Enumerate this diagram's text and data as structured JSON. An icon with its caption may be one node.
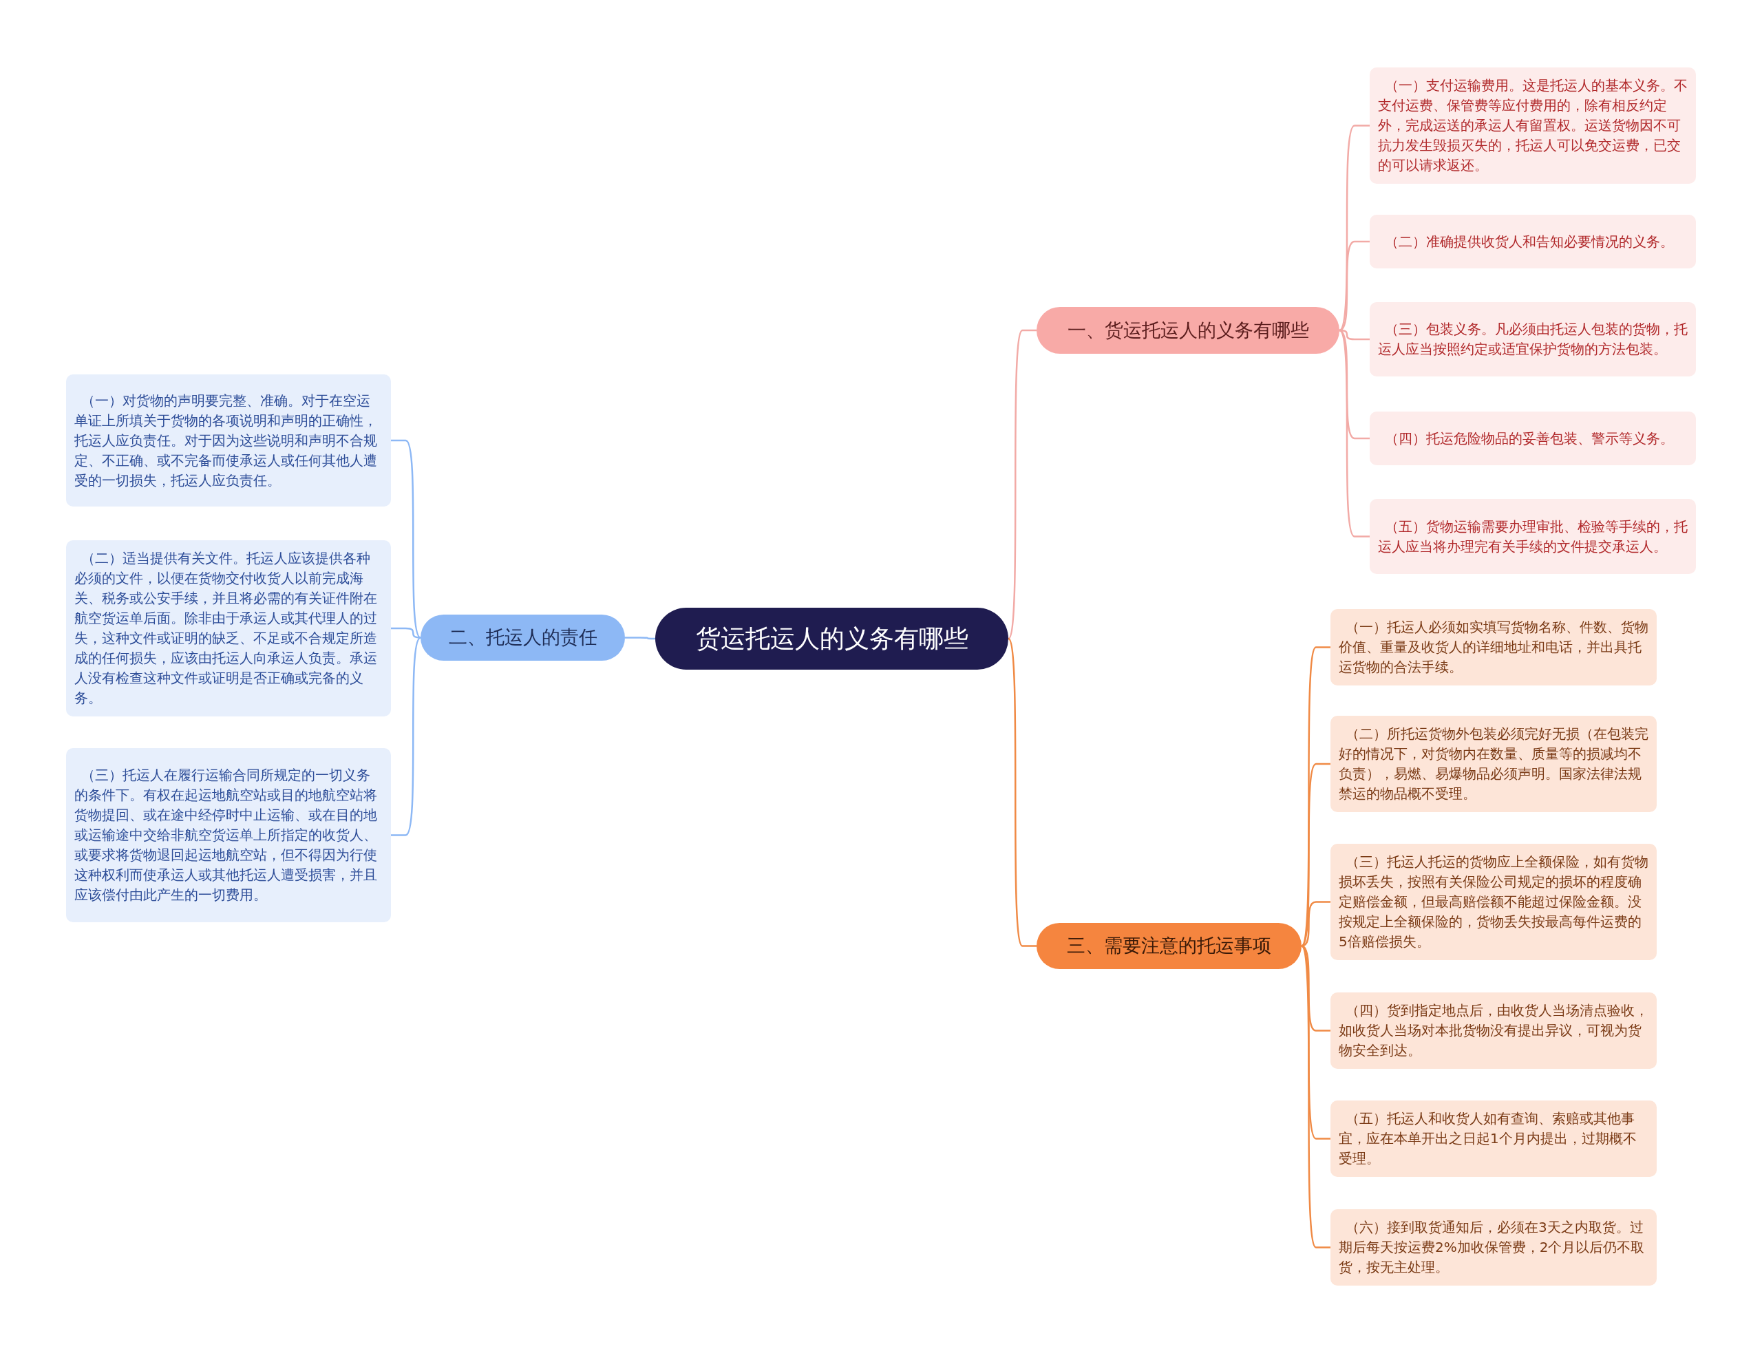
{
  "diagram": {
    "nodes": [
      {
        "text": [
          "货运托运人的义务有哪些"
        ]
      },
      {
        "text": [
          "一、货运托运人的义务有哪些"
        ]
      },
      {
        "text": [
          "（一）支付运输费用。这是托运人的基本义务。不支付运费、保管费等应付费用的，除有相反约定外，完成运送的承运人有留置权。运送货物因不可抗力发生毁损灭失的，托运人可以免交运费，已交的可以请求返还。"
        ]
      },
      {
        "text": [
          "（二）准确提供收货人和告知必要情况的义务。"
        ]
      },
      {
        "text": [
          "（三）包装义务。凡必须由托运人包装的货物，托运人应当按照约定或适宜保护货物的方法包装。"
        ]
      },
      {
        "text": [
          "（四）托运危险物品的妥善包装、警示等义务。"
        ]
      },
      {
        "text": [
          "（五）货物运输需要办理审批、检验等手续的，托运人应当将办理完有关手续的文件提交承运人。"
        ]
      },
      {
        "text": [
          "二、托运人的责任"
        ]
      },
      {
        "text": [
          "（一）对货物的声明要完整、准确。对于在空运单证上所填关于货物的各项说明和声明的正确性，托运人应负责任。对于因为这些说明和声明不合规定、不正确、或不完备而使承运人或任何其他人遭受的一切损失，托运人应负责任。"
        ]
      },
      {
        "text": [
          "（二）适当提供有关文件。托运人应该提供各种必须的文件，以便在货物交付收货人以前完成海关、税务或公安手续，并且将必需的有关证件附在航空货运单后面。除非由于承运人或其代理人的过失，这种文件或证明的缺乏、不足或不合规定所造成的任何损失，应该由托运人向承运人负责。承运人没有检查这种文件或证明是否正确或完备的义务。"
        ]
      },
      {
        "text": [
          "（三）托运人在履行运输合同所规定的一切义务的条件下。有权在起运地航空站或目的地航空站将货物提回、或在途中经停时中止运输、或在目的地或运输途中交给非航空货运单上所指定的收货人、或要求将货物退回起运地航空站，但不得因为行使这种权利而使承运人或其他托运人遭受损害，并且应该偿付由此产生的一切费用。"
        ]
      },
      {
        "text": [
          "三、需要注意的托运事项"
        ]
      },
      {
        "text": [
          "（一）托运人必须如实填写货物名称、件数、货物价值、重量及收货人的详细地址和电话，并出具托运货物的合法手续。"
        ]
      },
      {
        "text": [
          "（二）所托运货物外包装必须完好无损（在包装完好的情况下，对货物内在数量、质量等的损减均不负责），易燃、易爆物品必须声明。国家法律法规禁运的物品概不受理。"
        ]
      },
      {
        "text": [
          "（三）托运人托运的货物应上全额保险，如有货物损坏丢失，按照有关保险公司规定的损坏的程度确定赔偿金额，但最高赔偿额不能超过保险金额。没按规定上全额保险的，货物丢失按最高每件运费的5倍赔偿损失。"
        ]
      },
      {
        "text": [
          "（四）货到指定地点后，由收货人当场清点验收，如收货人当场对本批货物没有提出异议，可视为货物安全到达。"
        ]
      },
      {
        "text": [
          "（五）托运人和收货人如有查询、索赔或其他事宜，应在本单开出之日起1个月内提出，过期概不受理。"
        ]
      },
      {
        "text": [
          "（六）接到取货通知后，必须在3天之内取货。过期后每天按运费2%加收保管费，2个月以后仍不取货，按无主处理。"
        ]
      }
    ],
    "edges": [
      {
        "from": 0,
        "to": 1,
        "arrow": "none",
        "color": "#f2aaa6"
      },
      {
        "from": 1,
        "to": 2,
        "arrow": "none",
        "color": "#f2aaa6"
      },
      {
        "from": 1,
        "to": 3,
        "arrow": "none",
        "color": "#f2aaa6"
      },
      {
        "from": 1,
        "to": 4,
        "arrow": "none",
        "color": "#f2aaa6"
      },
      {
        "from": 1,
        "to": 5,
        "arrow": "none",
        "color": "#f2aaa6"
      },
      {
        "from": 1,
        "to": 6,
        "arrow": "none",
        "color": "#f2aaa6"
      },
      {
        "from": 0,
        "to": 7,
        "arrow": "none",
        "color": "#8db8f5"
      },
      {
        "from": 7,
        "to": 8,
        "arrow": "none",
        "color": "#8db8f5"
      },
      {
        "from": 7,
        "to": 9,
        "arrow": "none",
        "color": "#8db8f5"
      },
      {
        "from": 7,
        "to": 10,
        "arrow": "none",
        "color": "#8db8f5"
      },
      {
        "from": 0,
        "to": 11,
        "arrow": "none"
      },
      {
        "from": 11,
        "to": 12,
        "arrow": "none"
      },
      {
        "from": 11,
        "to": 13,
        "arrow": "none"
      },
      {
        "from": 11,
        "to": 14,
        "arrow": "none"
      },
      {
        "from": 11,
        "to": 15,
        "arrow": "none"
      },
      {
        "from": 11,
        "to": 16,
        "arrow": "none"
      },
      {
        "from": 11,
        "to": 17,
        "arrow": "none"
      }
    ]
  }
}
